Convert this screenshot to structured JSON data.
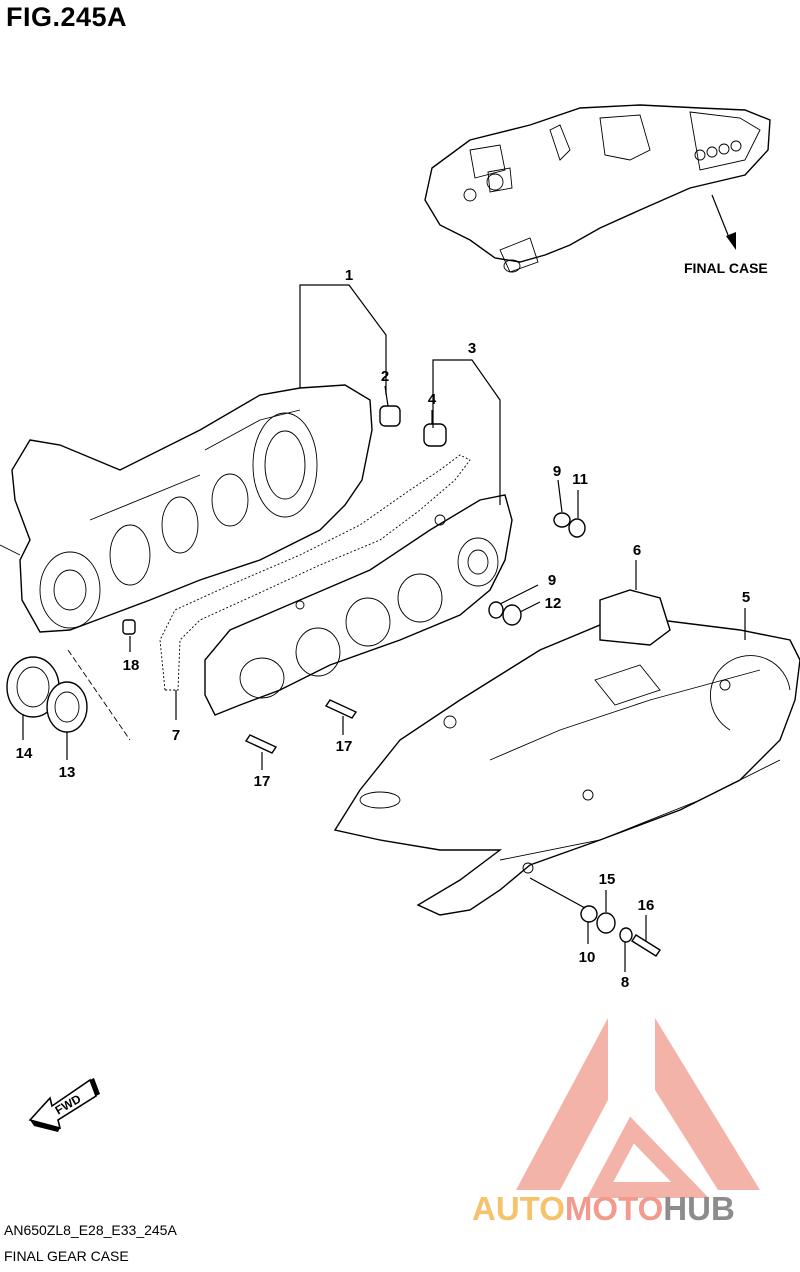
{
  "figure": {
    "title": "FIG.245A",
    "assembly_label": "FINAL CASE",
    "model_code": "AN650ZL8_E28_E33_245A",
    "caption": "FINAL GEAR CASE"
  },
  "fwd_label": "FWD",
  "brand": {
    "part1": "AUTO",
    "part2": "MOTO",
    "part3": "HUB"
  },
  "colors": {
    "logo_red": "#f19a8d",
    "logo_orange": "#f5c36b",
    "logo_gray": "#8c8c8c"
  },
  "callouts": {
    "c1": "1",
    "c2": "2",
    "c3": "3",
    "c4": "4",
    "c5": "5",
    "c6": "6",
    "c7": "7",
    "c8": "8",
    "c9a": "9",
    "c9b": "9",
    "c10": "10",
    "c11": "11",
    "c12": "12",
    "c13": "13",
    "c14": "14",
    "c15": "15",
    "c16": "16",
    "c17a": "17",
    "c17b": "17",
    "c18": "18"
  }
}
